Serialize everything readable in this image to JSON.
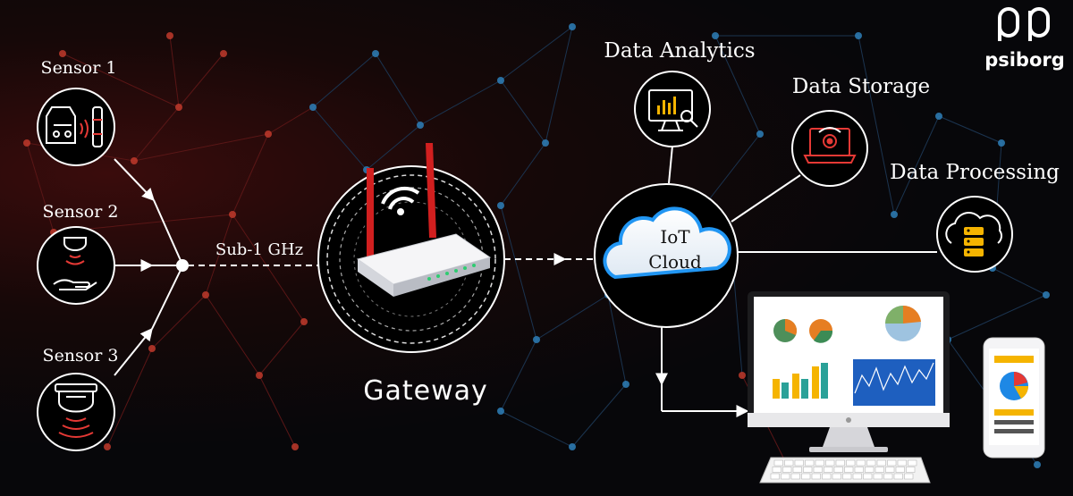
{
  "brand": {
    "logo_text": "psiborg"
  },
  "sensors": [
    {
      "label": "Sensor 1"
    },
    {
      "label": "Sensor 2"
    },
    {
      "label": "Sensor 3"
    }
  ],
  "link_label": "Sub-1 GHz",
  "gateway_label": "Gateway",
  "cloud": {
    "line1": "IoT",
    "line2": "Cloud"
  },
  "services": [
    {
      "label": "Data Analytics"
    },
    {
      "label": "Data Storage"
    },
    {
      "label": "Data Processing"
    }
  ],
  "colors": {
    "background": "#07070a",
    "accent_red": "#e53935",
    "node_blue": "#2e7fb8",
    "node_red": "#c0392b",
    "cloud_blue": "#2196f3",
    "bar_yellow": "#f5b400"
  },
  "icons": {
    "sensor1": "car-proximity-sensor-icon",
    "sensor2": "hand-motion-sensor-icon",
    "sensor3": "smoke-detector-icon",
    "gateway": "wifi-router-icon",
    "analytics": "monitor-chart-magnifier-icon",
    "storage": "laptop-gear-icon",
    "processing": "cloud-server-icon"
  }
}
